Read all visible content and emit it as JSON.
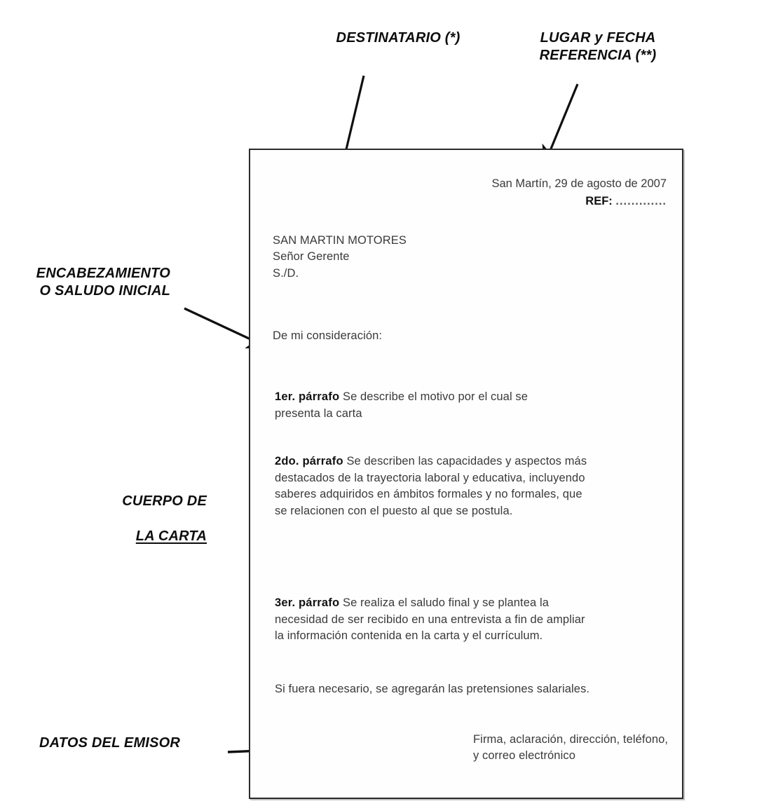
{
  "diagram": {
    "title": "Estructura de una carta de presentacion",
    "ink_color": "#111111",
    "page_border_color": "#2b2b2b"
  },
  "callouts": {
    "destinatario": "DESTINATARIO (*)",
    "lugar_fecha": "LUGAR y FECHA\nREFERENCIA (**)",
    "encabezamiento": "ENCABEZAMIENTO\nO SALUDO INICIAL",
    "cuerpo_line1": "CUERPO DE",
    "cuerpo_line2": "LA CARTA",
    "datos_emisor": "DATOS DEL EMISOR"
  },
  "letter": {
    "date": "San Martín, 29 de agosto de 2007",
    "ref_label": "REF:",
    "ref_dots": ".............",
    "addressee": "SAN MARTIN MOTORES\nSeñor Gerente\nS./D.",
    "greeting": "De mi consideración:",
    "paragraph1": {
      "label": "1er.  párrafo",
      "text": " Se describe el motivo por el cual se presenta la carta"
    },
    "paragraph2": {
      "label": "2do.  párrafo",
      "text": " Se describen las capacidades y aspectos más destacados de la trayectoria laboral y educativa, incluyendo saberes adquiridos en ámbitos formales y no formales, que se relacionen con el puesto al que se postula."
    },
    "paragraph3": {
      "label": "3er.  párrafo",
      "text": " Se realiza el saludo final y se plantea la necesidad de ser recibido en una entrevista a fin de ampliar la información contenida en la carta y el currículum."
    },
    "closing": "Si fuera necesario, se agregarán las pretensiones salariales.",
    "sender": "Firma, aclaración, dirección, teléfono, y correo electrónico"
  }
}
